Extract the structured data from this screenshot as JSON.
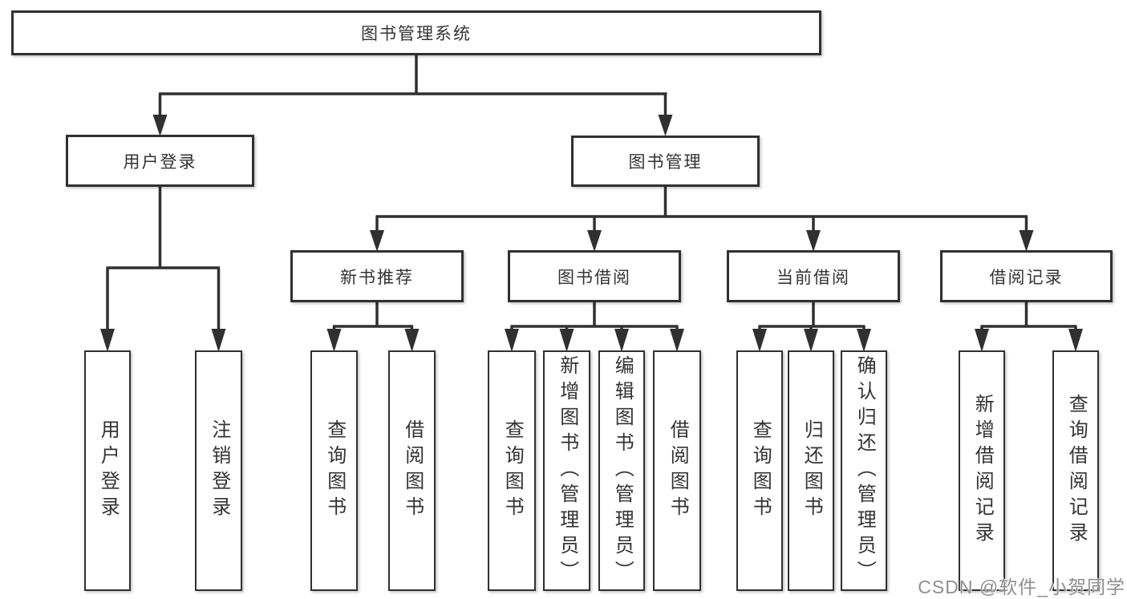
{
  "diagram": {
    "type": "hierarchy-tree",
    "colors": {
      "line": "#303030",
      "box_border": "#303030",
      "box_fill": "#ffffff",
      "text": "#333333",
      "watermark": "#8f8f8f"
    },
    "root": {
      "label": "图书管理系统",
      "children": [
        {
          "label": "用户登录",
          "children": [
            {
              "label": "用户登录"
            },
            {
              "label": "注销登录"
            }
          ]
        },
        {
          "label": "图书管理",
          "children": [
            {
              "label": "新书推荐",
              "children": [
                {
                  "label": "查询图书"
                },
                {
                  "label": "借阅图书"
                }
              ]
            },
            {
              "label": "图书借阅",
              "children": [
                {
                  "label": "查询图书"
                },
                {
                  "label": "新增图书（管理员）"
                },
                {
                  "label": "编辑图书（管理员）"
                },
                {
                  "label": "借阅图书"
                }
              ]
            },
            {
              "label": "当前借阅",
              "children": [
                {
                  "label": "查询图书"
                },
                {
                  "label": "归还图书"
                },
                {
                  "label": "确认归还（管理员）"
                }
              ]
            },
            {
              "label": "借阅记录",
              "children": [
                {
                  "label": "新增借阅记录"
                },
                {
                  "label": "查询借阅记录"
                }
              ]
            }
          ]
        }
      ]
    }
  },
  "watermark": {
    "text": "CSDN @软件_小贺同学"
  }
}
